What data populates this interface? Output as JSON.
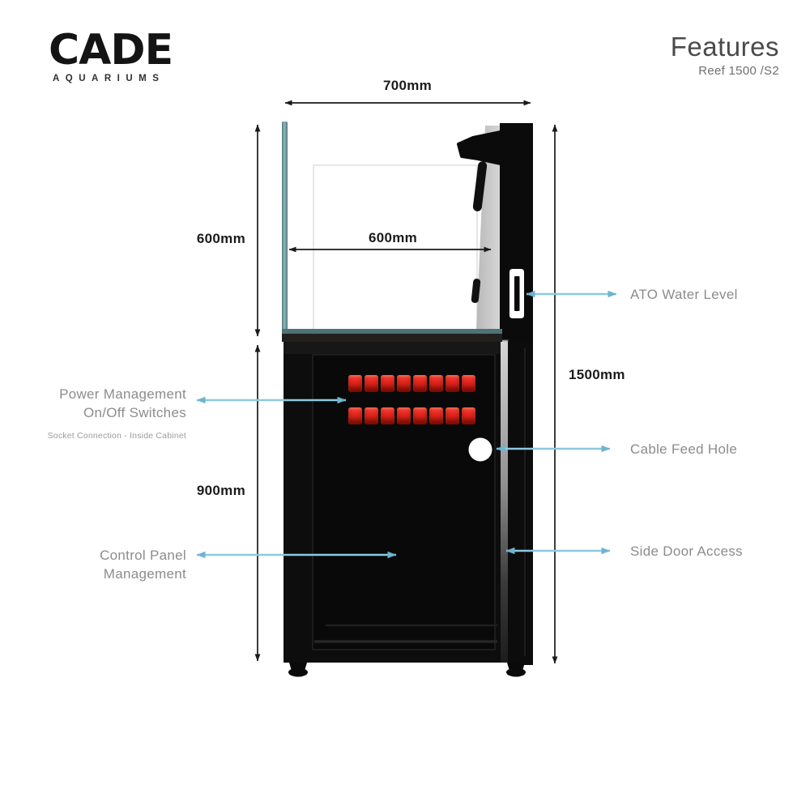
{
  "brand": {
    "name": "CADE",
    "tagline": "AQUARIUMS"
  },
  "header": {
    "title": "Features",
    "subtitle": "Reef 1500 /S2"
  },
  "dimensions": {
    "top_width": "700mm",
    "inner_width": "600mm",
    "tank_height": "600mm",
    "cabinet_height": "900mm",
    "total_height": "1500mm"
  },
  "callouts": {
    "ato": "ATO Water Level",
    "power_line1": "Power Management",
    "power_line2": "On/Off Switches",
    "power_note": "Socket Connection - Inside Cabinet",
    "cable": "Cable Feed Hole",
    "control_line1": "Control Panel",
    "control_line2": "Management",
    "side_door": "Side Door Access"
  },
  "diagram": {
    "switch_rows": 2,
    "switches_per_row": 8,
    "colors": {
      "callout_blue": "#7fbfd8",
      "switch_red": "#e2261d",
      "glass_teal": "#6f989b",
      "dimension_black": "#1a1a1a",
      "label_gray": "#8c8c8c"
    }
  }
}
